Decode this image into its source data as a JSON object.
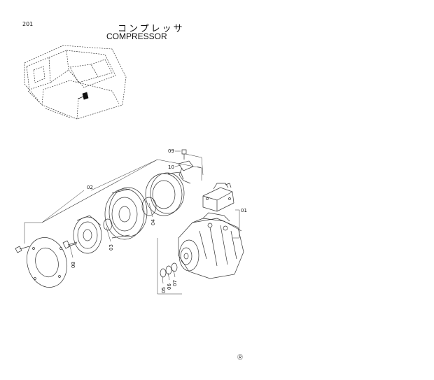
{
  "page_number": "201",
  "title_jp": "コンプレッサ",
  "title_en": "COMPRESSOR",
  "callouts": {
    "c01": "01",
    "c02": "02",
    "c03": "03",
    "c04": "04",
    "c05": "05",
    "c06": "06",
    "c07": "07",
    "c08": "08",
    "c09": "09",
    "c10": "10"
  },
  "corner_mark": "Ⓡ"
}
